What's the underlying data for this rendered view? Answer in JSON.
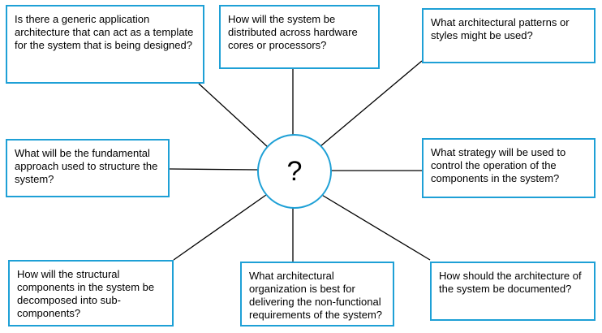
{
  "hub": {
    "symbol": "?"
  },
  "questions": {
    "top_left": "Is there a generic application architecture that can act as a template for the system that is being designed?",
    "top_center": "How will the system be distributed across hardware cores or processors?",
    "top_right": "What architectural patterns or styles might be used?",
    "middle_left": "What will be the fundamental approach used to structure the system?",
    "middle_right": "What strategy will be used to control the operation of the components in the system?",
    "bottom_left": "How will the structural components in the system be decomposed into sub-components?",
    "bottom_center": "What architectural organization is best for delivering the non-functional requirements of the system?",
    "bottom_right": "How should the architecture of the system be documented?"
  },
  "colors": {
    "border_accent": "#1ea0d6",
    "connector": "#000000",
    "text": "#000000",
    "background": "#ffffff"
  }
}
